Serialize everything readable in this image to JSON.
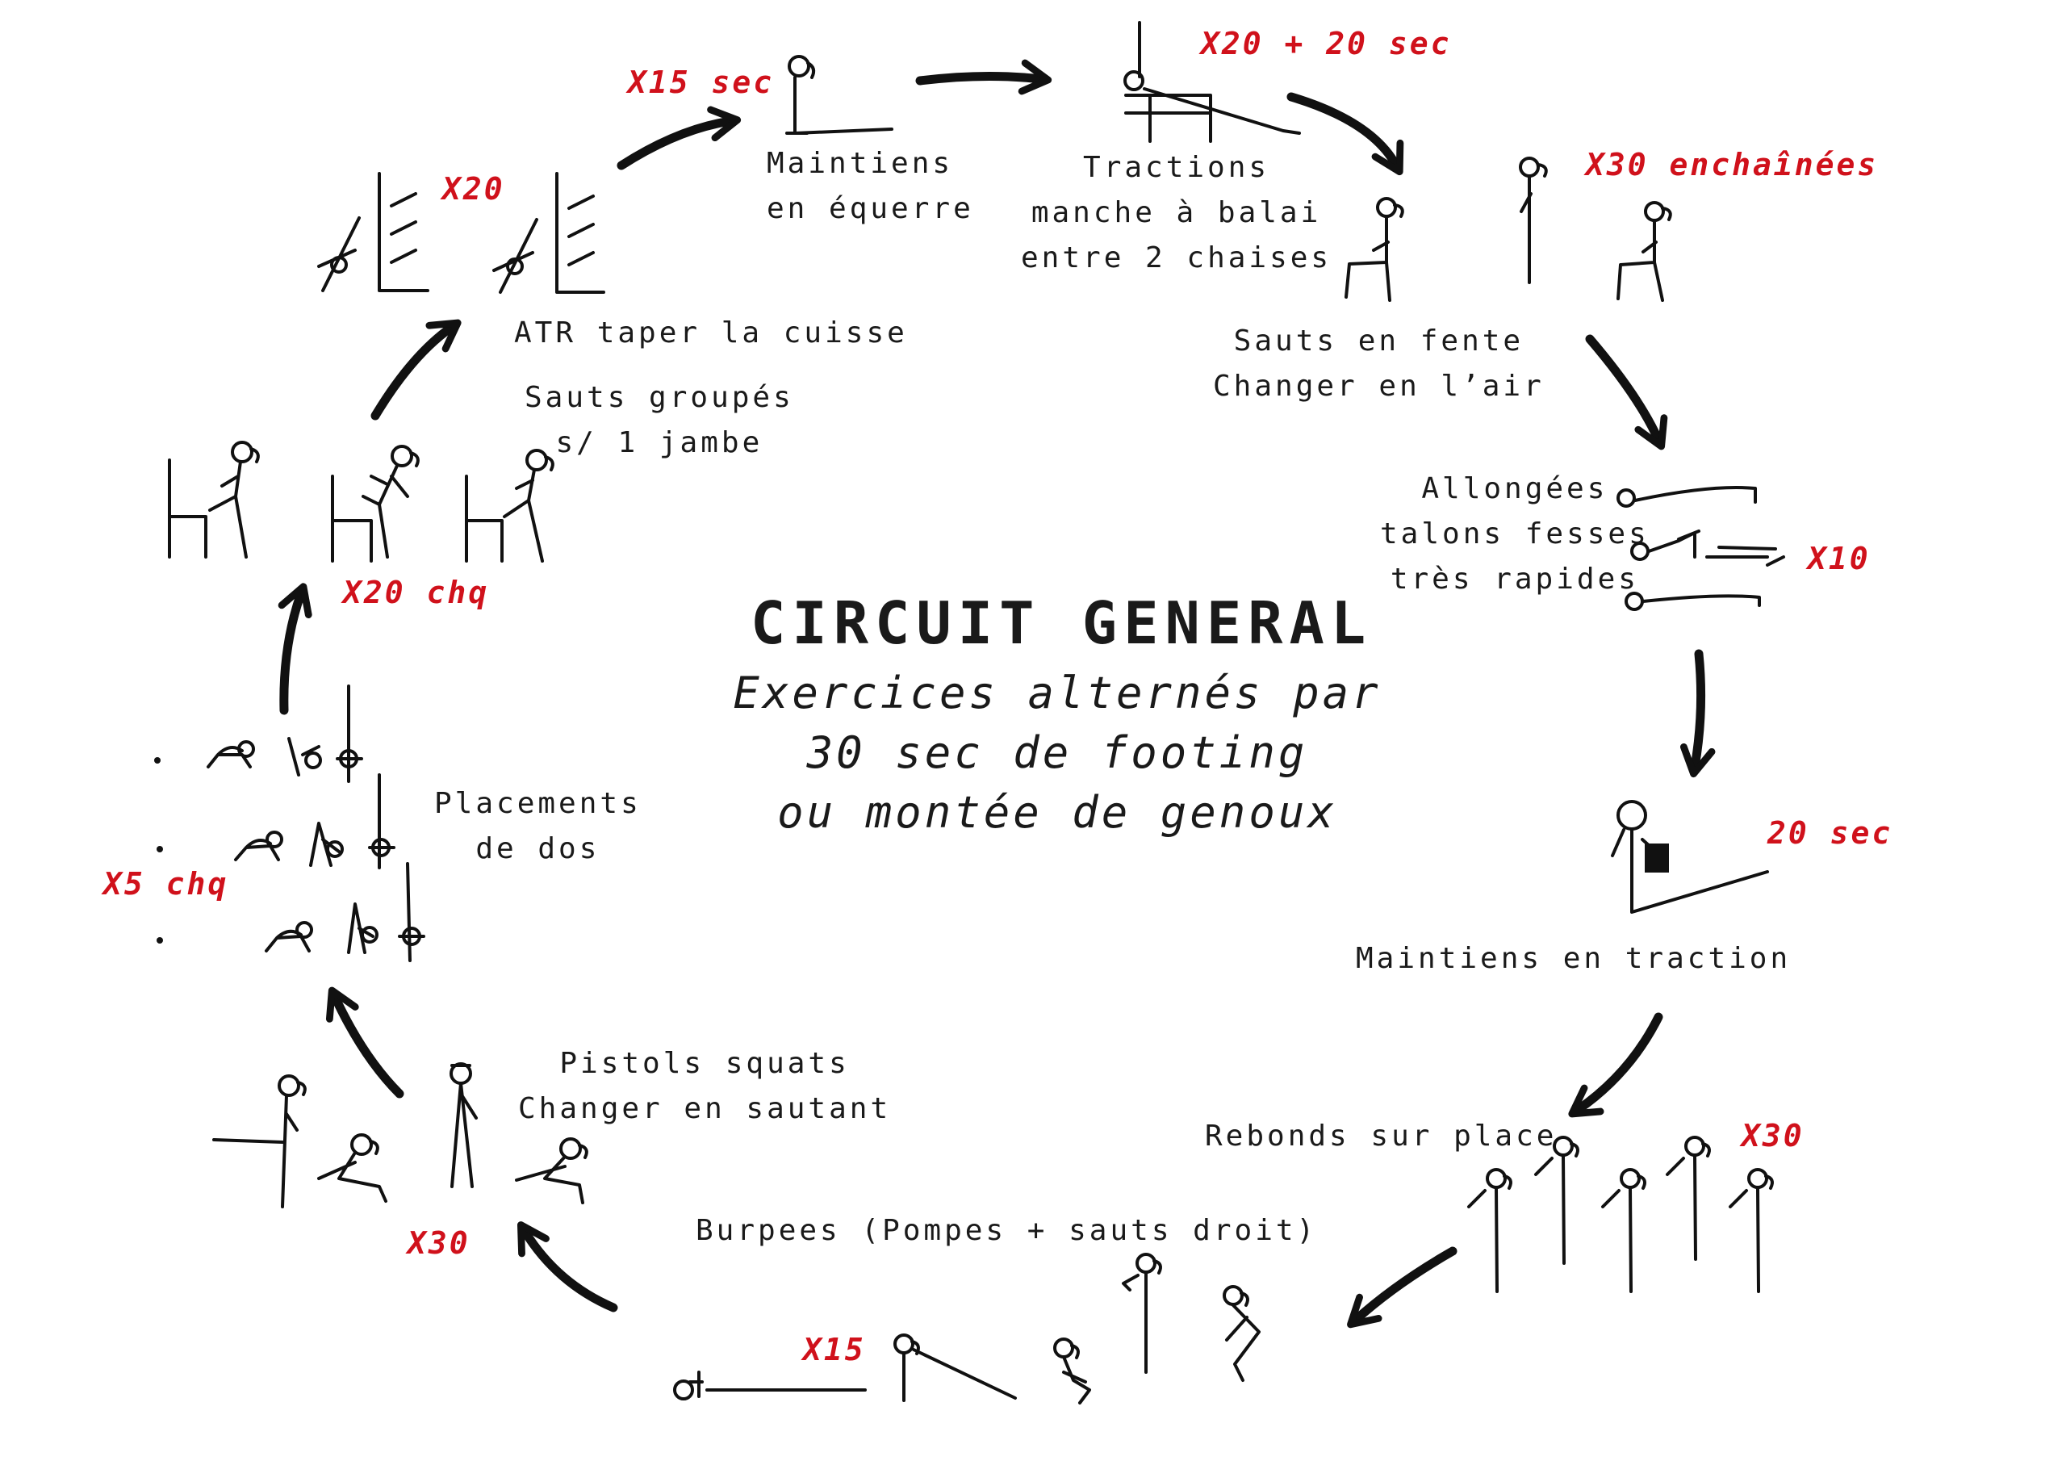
{
  "title": "CIRCUIT GENERAL",
  "subtitle": [
    "Exercices alternés par",
    "30 sec de footing",
    "ou montée de genoux"
  ],
  "colors": {
    "ink": "#1a1a1a",
    "reps": "#d0111b"
  },
  "exercises": [
    {
      "id": "maintiens-equerre",
      "label": [
        "Maintiens",
        "en équerre"
      ],
      "reps": "X15 sec"
    },
    {
      "id": "tractions-balai",
      "label": [
        "Tractions",
        "manche à balai",
        "entre 2 chaises"
      ],
      "reps": "X20 + 20 sec"
    },
    {
      "id": "sauts-fente",
      "label": [
        "Sauts en fente",
        "Changer en l’air"
      ],
      "reps": "X30 enchaînées"
    },
    {
      "id": "allongees-talons",
      "label": [
        "Allongées",
        "talons fesses",
        "très rapides"
      ],
      "reps": "X10"
    },
    {
      "id": "maintiens-traction",
      "label": [
        "Maintiens en traction"
      ],
      "reps": "20 sec"
    },
    {
      "id": "rebonds",
      "label": [
        "Rebonds sur place"
      ],
      "reps": "X30"
    },
    {
      "id": "burpees",
      "label": [
        "Burpees (Pompes + sauts droit)"
      ],
      "reps": "X15"
    },
    {
      "id": "pistols",
      "label": [
        "Pistols squats",
        "Changer en sautant"
      ],
      "reps": "X30"
    },
    {
      "id": "placements-dos",
      "label": [
        "Placements",
        "de dos"
      ],
      "reps": "X5 chq"
    },
    {
      "id": "sauts-groupes",
      "label": [
        "Sauts groupés",
        "s/ 1 jambe"
      ],
      "reps": "X20 chq"
    },
    {
      "id": "atr",
      "label": [
        "ATR taper la cuisse"
      ],
      "reps": "X20"
    }
  ]
}
